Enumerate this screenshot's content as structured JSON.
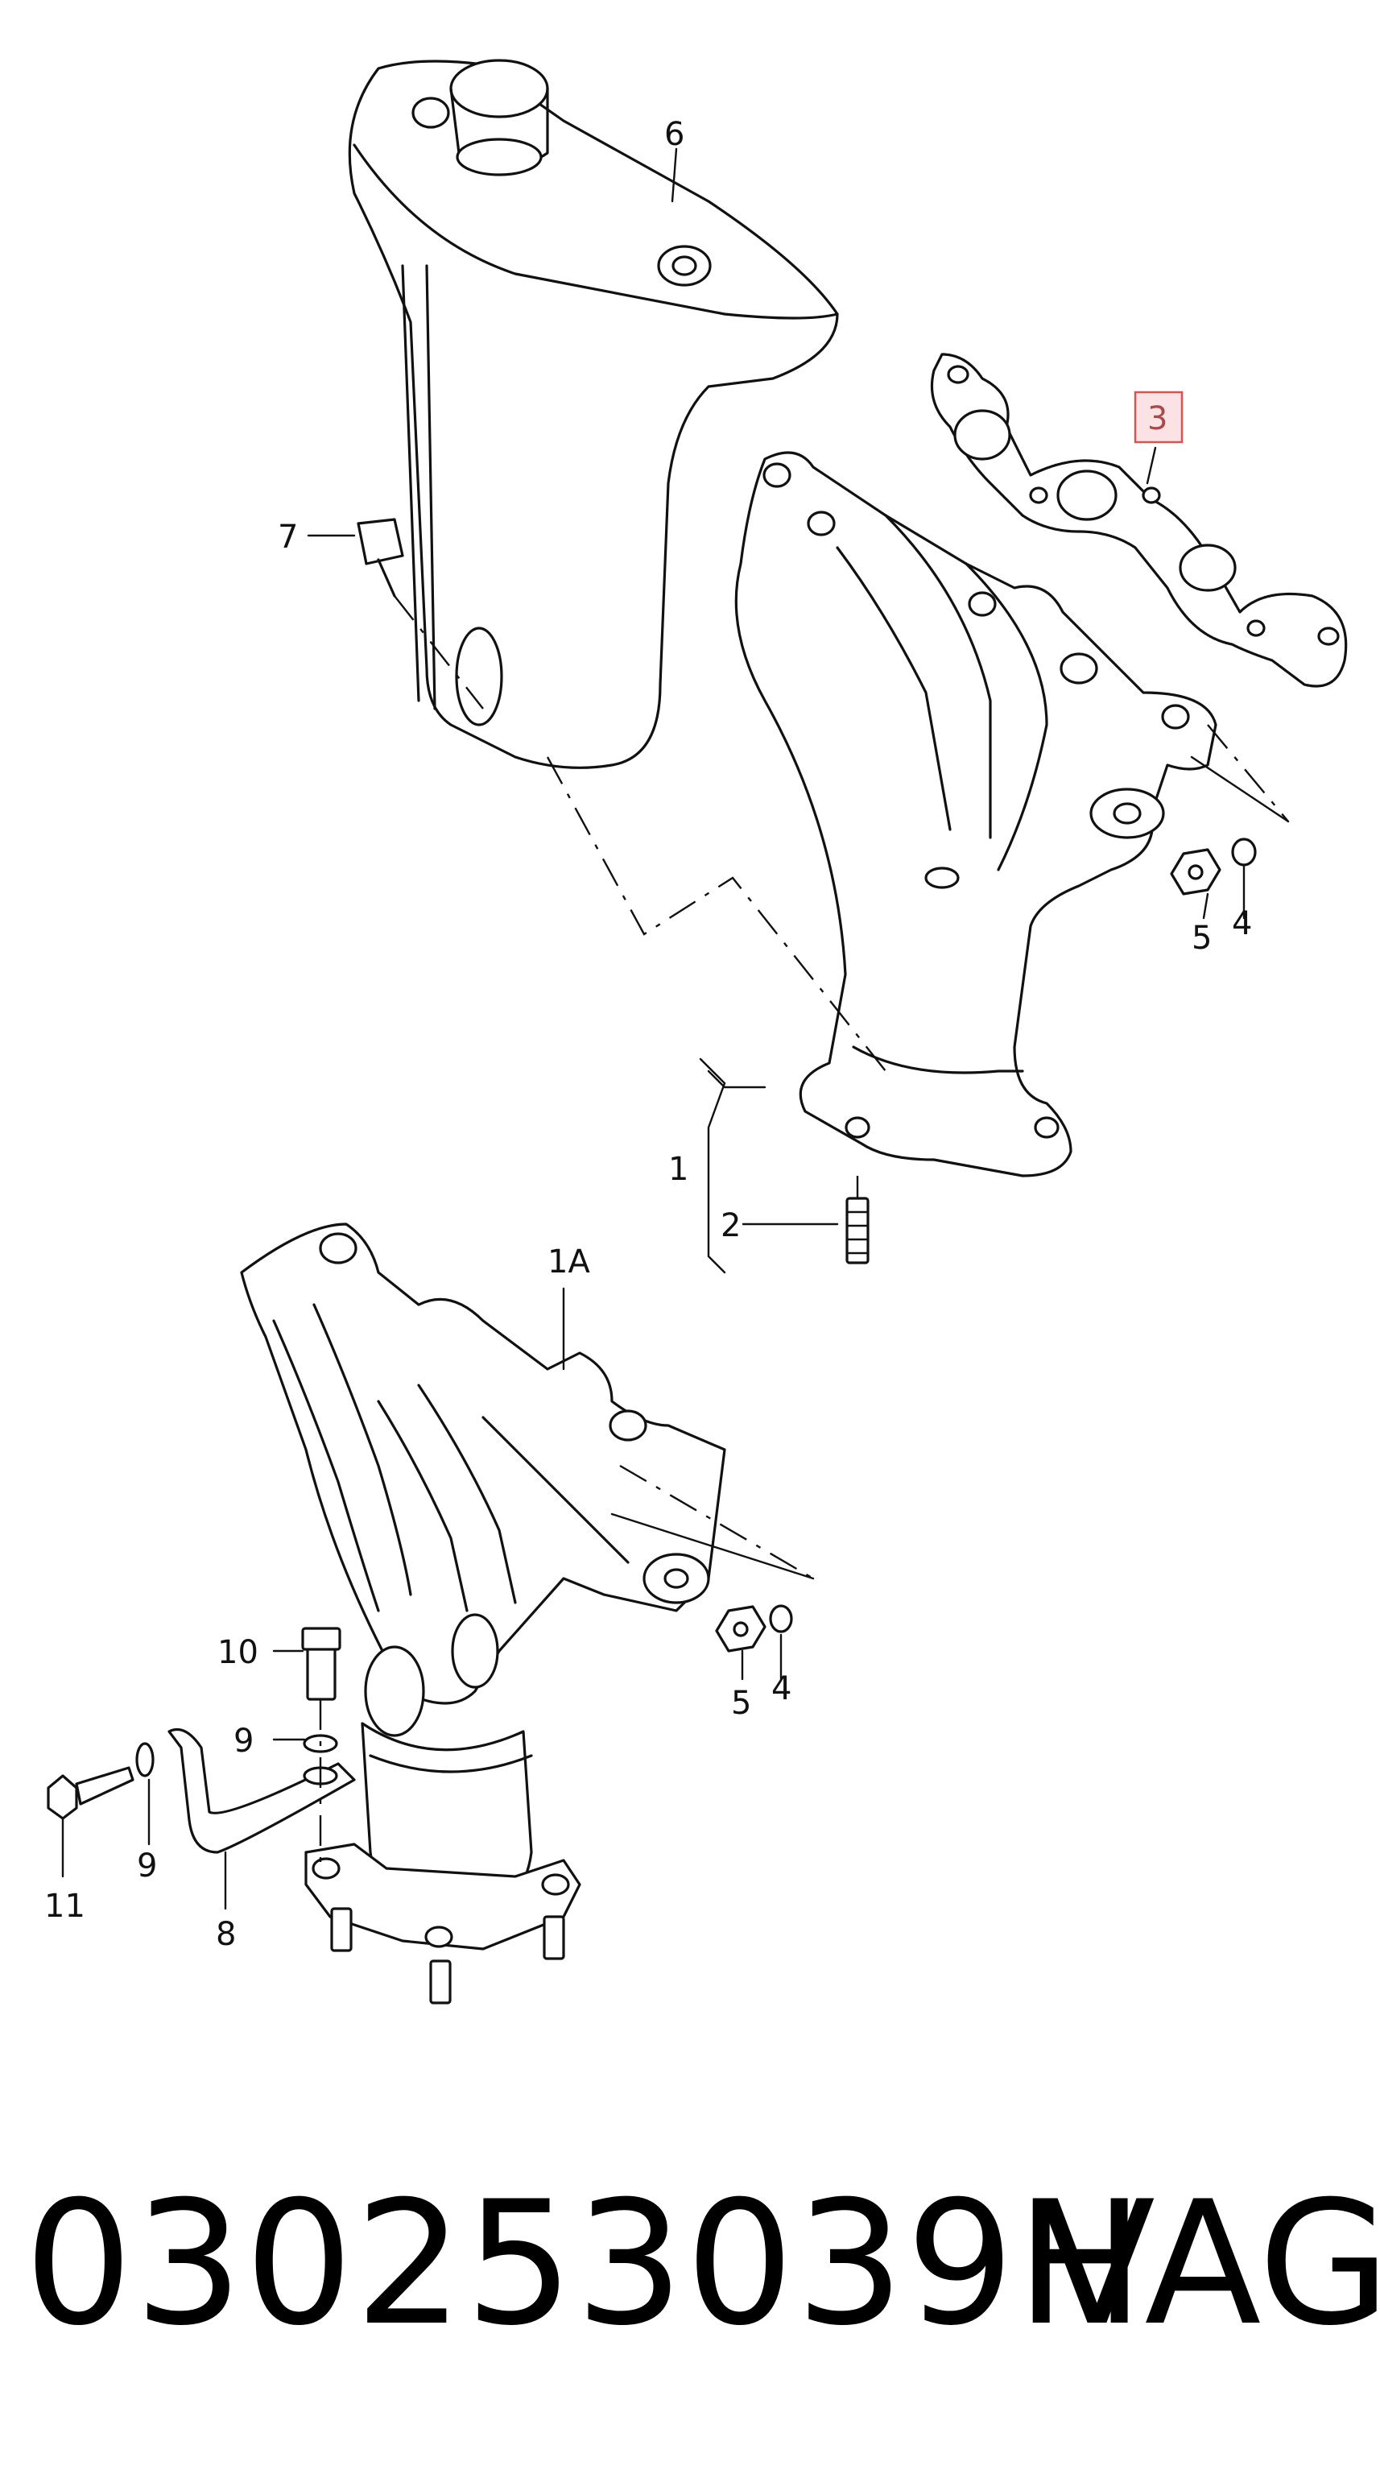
{
  "callouts": {
    "c1": "1",
    "c1A": "1A",
    "c2": "2",
    "c3": "3",
    "c4a": "4",
    "c4b": "4",
    "c5a": "5",
    "c5b": "5",
    "c6": "6",
    "c7": "7",
    "c8": "8",
    "c9a": "9",
    "c9b": "9",
    "c10": "10",
    "c11": "11"
  },
  "highlighted_callout": "3",
  "highlight_color": "#d9534f",
  "footer": {
    "part_number": "030253039H",
    "brand": "VAG"
  }
}
